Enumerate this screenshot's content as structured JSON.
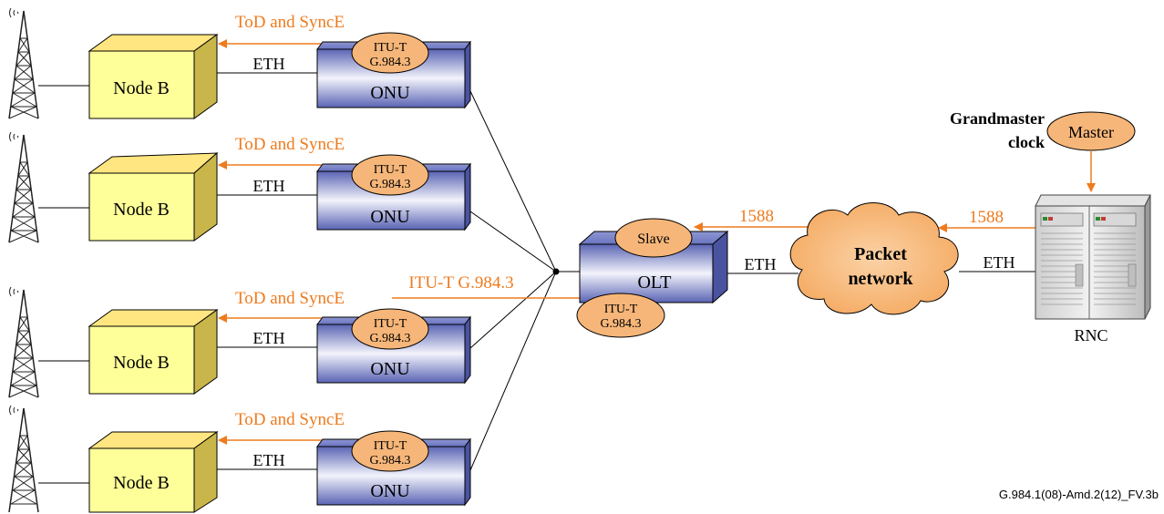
{
  "colors": {
    "accent": "#ee7b1e",
    "ellipse_fill": "#f6b679",
    "node_b_fill": "#ffff99",
    "onu_fill": "#7e88c6",
    "cloud_fill": "#f6b679"
  },
  "icons": {
    "antenna": "antenna-tower-icon",
    "server": "server-rack-icon",
    "cloud": "cloud-icon"
  },
  "node_b": {
    "label": "Node B"
  },
  "onu": {
    "label": "ONU",
    "badge_line1": "ITU-T",
    "badge_line2": "G.984.3"
  },
  "links": {
    "eth": "ETH",
    "tod_synce": "ToD and SyncE",
    "itu_g9843": "ITU-T G.984.3",
    "ptp_1588": "1588"
  },
  "olt": {
    "label": "OLT",
    "slave": "Slave",
    "badge_line1": "ITU-T",
    "badge_line2": "G.984.3"
  },
  "cloud": {
    "line1": "Packet",
    "line2": "network"
  },
  "grandmaster": {
    "line1": "Grandmaster",
    "line2": "clock",
    "master": "Master"
  },
  "rnc": {
    "label": "RNC"
  },
  "figure_id": "G.984.1(08)-Amd.2(12)_FV.3b"
}
